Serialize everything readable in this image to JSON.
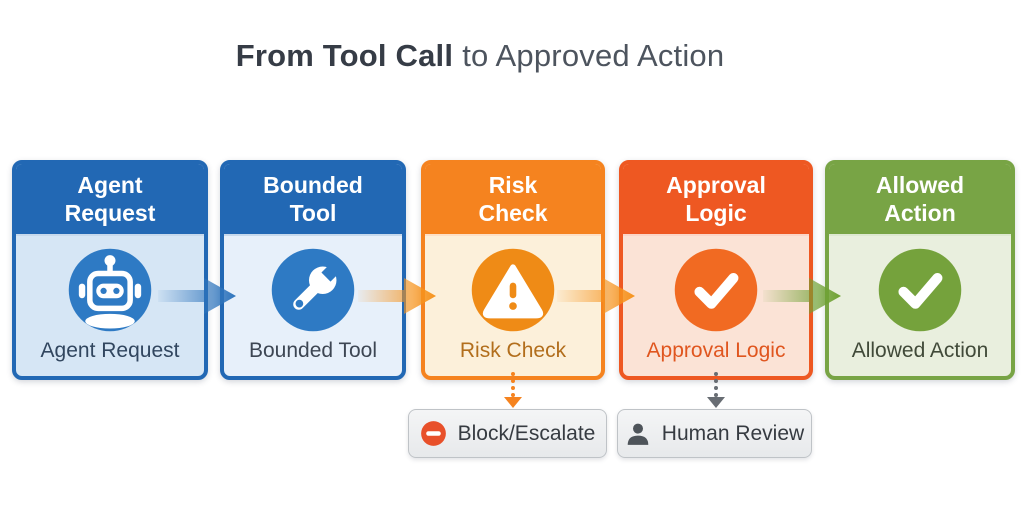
{
  "title": {
    "emphasis": "From Tool Call",
    "rest": "to Approved Action"
  },
  "stages": [
    {
      "header": "Agent\nRequest",
      "label": "Agent Request",
      "icon": "robot-icon",
      "header_color": "#2268b4",
      "body_color": "#d6e6f5",
      "icon_circle_color": "#2e7ac4",
      "label_color": "#31465f"
    },
    {
      "header": "Bounded\nTool",
      "label": "Bounded Tool",
      "icon": "wrench-icon",
      "header_color": "#2268b4",
      "body_color": "#e7f0fa",
      "icon_circle_color": "#2e7ac4",
      "label_color": "#3d4653"
    },
    {
      "header": "Risk\nCheck",
      "label": "Risk Check",
      "icon": "warning-icon",
      "header_color": "#f5831f",
      "body_color": "#fcf0da",
      "icon_circle_color": "#ef8b16",
      "label_color": "#b26e1c"
    },
    {
      "header": "Approval\nLogic",
      "label": "Approval Logic",
      "icon": "check-icon",
      "header_color": "#ee5822",
      "body_color": "#fbe3d6",
      "icon_circle_color": "#f16a22",
      "label_color": "#e0561f"
    },
    {
      "header": "Allowed\nAction",
      "label": "Allowed Action",
      "icon": "check-icon",
      "header_color": "#78a445",
      "body_color": "#e9efde",
      "icon_circle_color": "#75a23c",
      "label_color": "#414a39"
    }
  ],
  "flow_arrows": [
    {
      "from": "Agent Request",
      "to": "Bounded Tool",
      "color": "#2e74bc"
    },
    {
      "from": "Bounded Tool",
      "to": "Risk Check",
      "color": "#f6931d"
    },
    {
      "from": "Risk Check",
      "to": "Approval Logic",
      "color": "#f6931d"
    },
    {
      "from": "Approval Logic",
      "to": "Allowed Action",
      "color": "#6ea133"
    }
  ],
  "subnodes": [
    {
      "label": "Block/Escalate",
      "icon": "block-icon",
      "from": "Risk Check",
      "connector_color": "#f5831f",
      "icon_color": "#e8502a"
    },
    {
      "label": "Human Review",
      "icon": "person-icon",
      "from": "Approval Logic",
      "connector_color": "#686d73",
      "icon_color": "#4e545a"
    }
  ]
}
